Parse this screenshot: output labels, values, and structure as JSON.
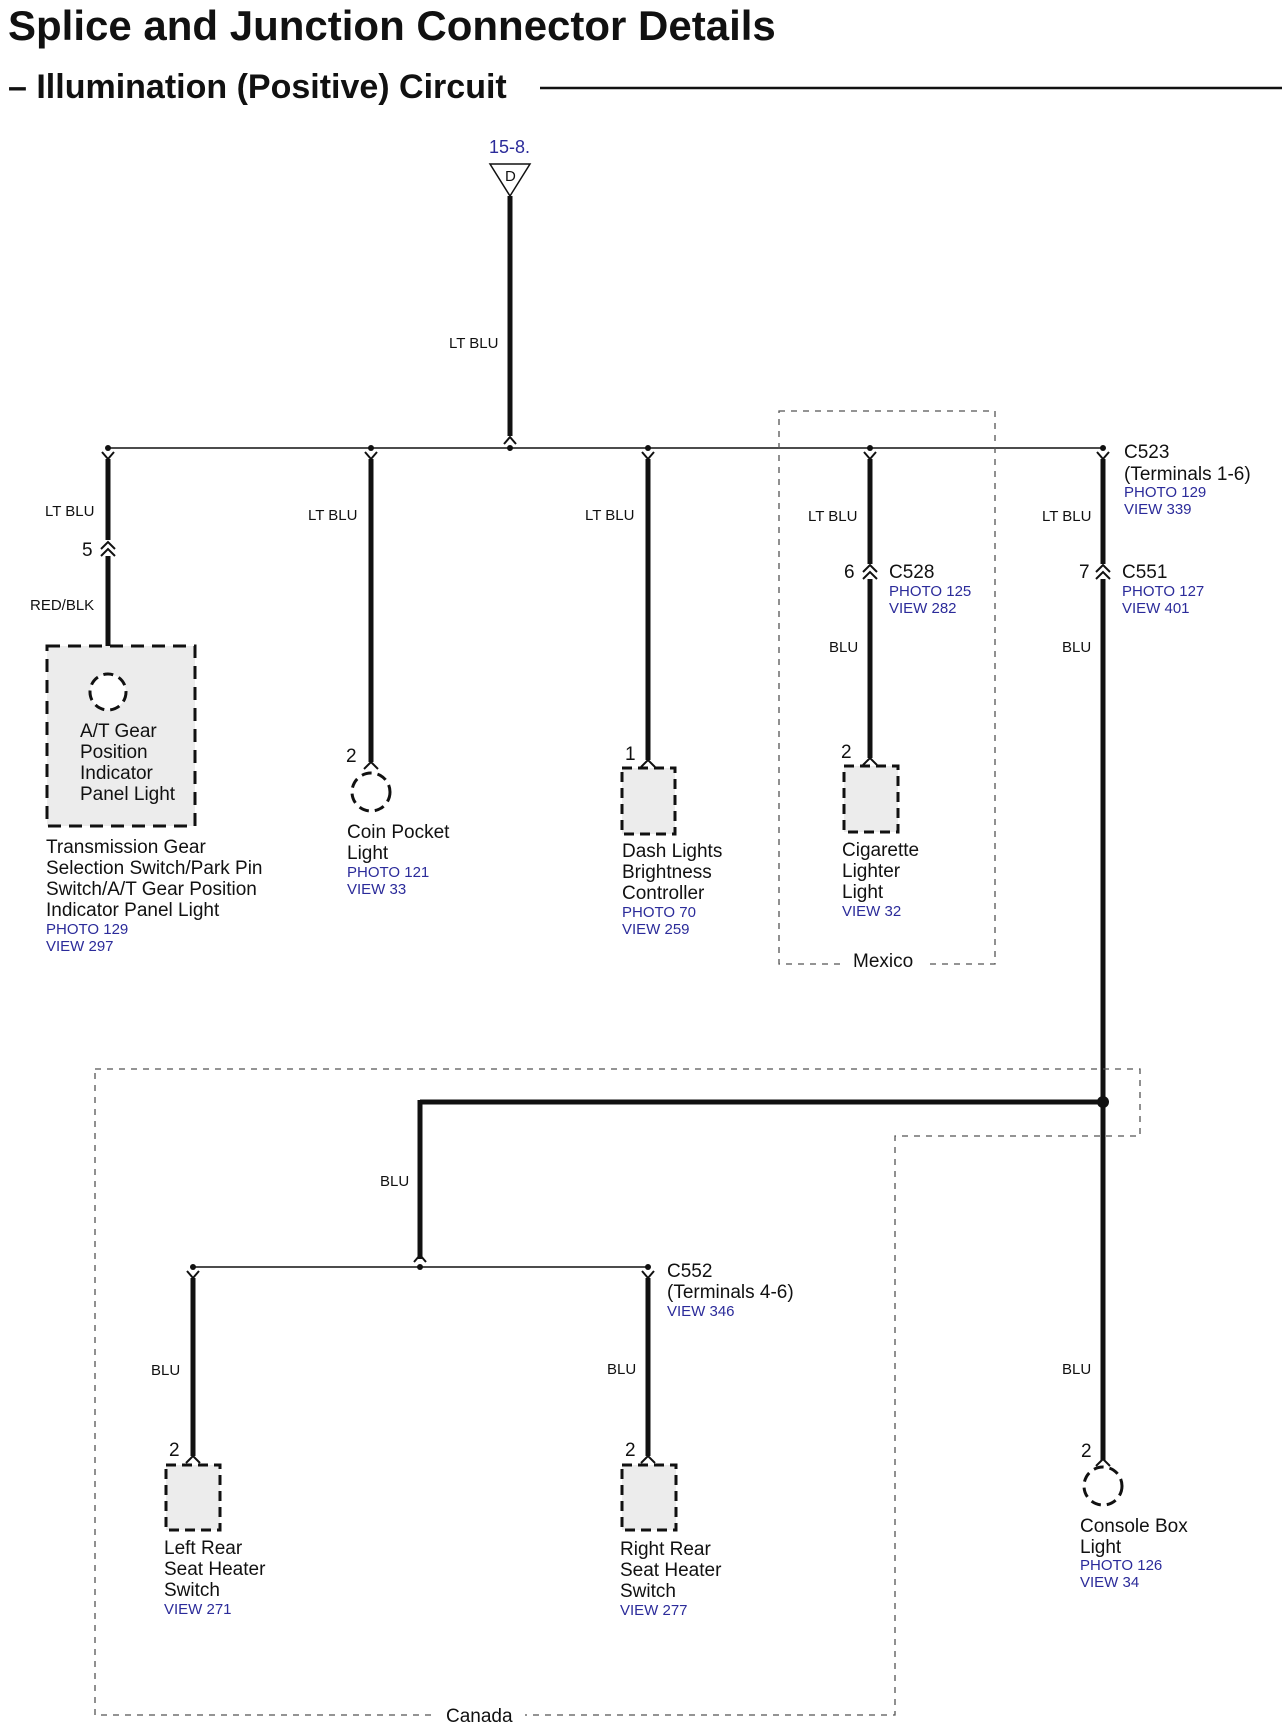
{
  "title": "Splice and Junction Connector Details",
  "subtitle": "– Illumination (Positive) Circuit",
  "source": {
    "ref": "15-8.",
    "letter": "D"
  },
  "wires": {
    "lt_blu": "LT BLU",
    "red_blk": "RED/BLK",
    "blu": "BLU"
  },
  "connectors": {
    "c523": {
      "id": "C523",
      "terminals": "(Terminals 1-6)",
      "photo": "PHOTO 129",
      "view": "VIEW 339"
    },
    "c528": {
      "pin": "6",
      "id": "C528",
      "photo": "PHOTO 125",
      "view": "VIEW 282"
    },
    "c551": {
      "pin": "7",
      "id": "C551",
      "photo": "PHOTO 127",
      "view": "VIEW 401"
    },
    "c552": {
      "id": "C552",
      "terminals": "(Terminals 4-6)",
      "view": "VIEW 346"
    }
  },
  "components": {
    "at_gear": {
      "pin": "5",
      "inner": [
        "A/T Gear",
        "Position",
        "Indicator",
        "Panel Light"
      ],
      "name": [
        "Transmission Gear",
        "Selection Switch/Park Pin",
        "Switch/A/T Gear Position",
        "Indicator Panel Light"
      ],
      "photo": "PHOTO 129",
      "view": "VIEW 297"
    },
    "coin_pocket": {
      "pin": "2",
      "name": [
        "Coin Pocket",
        "Light"
      ],
      "photo": "PHOTO 121",
      "view": "VIEW 33"
    },
    "dash_lights": {
      "pin": "1",
      "name": [
        "Dash Lights",
        "Brightness",
        "Controller"
      ],
      "photo": "PHOTO 70",
      "view": "VIEW 259"
    },
    "cigarette": {
      "pin": "2",
      "name": [
        "Cigarette",
        "Lighter",
        "Light"
      ],
      "view": "VIEW 32"
    },
    "left_rear": {
      "pin": "2",
      "name": [
        "Left Rear",
        "Seat Heater",
        "Switch"
      ],
      "view": "VIEW 271"
    },
    "right_rear": {
      "pin": "2",
      "name": [
        "Right Rear",
        "Seat Heater",
        "Switch"
      ],
      "view": "VIEW 277"
    },
    "console_box": {
      "pin": "2",
      "name": [
        "Console Box",
        "Light"
      ],
      "photo": "PHOTO 126",
      "view": "VIEW 34"
    }
  },
  "regions": {
    "mexico": "Mexico",
    "canada": "Canada"
  }
}
